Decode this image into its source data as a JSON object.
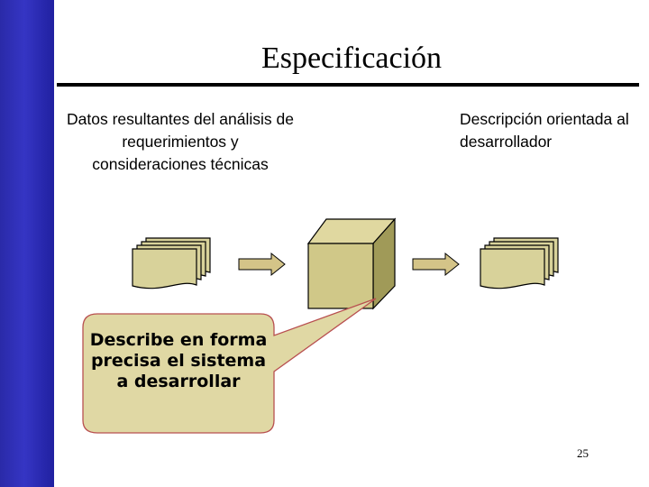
{
  "slide": {
    "title": "Especificación",
    "input_text": "Datos resultantes del análisis de requerimientos y consideraciones técnicas",
    "output_text": "Descripción orientada al desarrollador",
    "callout_text": "Describe en forma precisa el sistema a desarrollar",
    "page_number": "25"
  },
  "colors": {
    "sidebar": "#2a2ab4",
    "document_fill": "#d8d29a",
    "box_front": "#d0c888",
    "box_side": "#a09a58",
    "callout_fill": "#e0d8a4",
    "callout_border": "#b85050",
    "arrow_fill": "#d4c488"
  },
  "icons": {
    "input": "document-stack-icon",
    "output": "document-stack-icon",
    "process": "cube-box-icon",
    "arrows": "right-arrow-icon"
  }
}
